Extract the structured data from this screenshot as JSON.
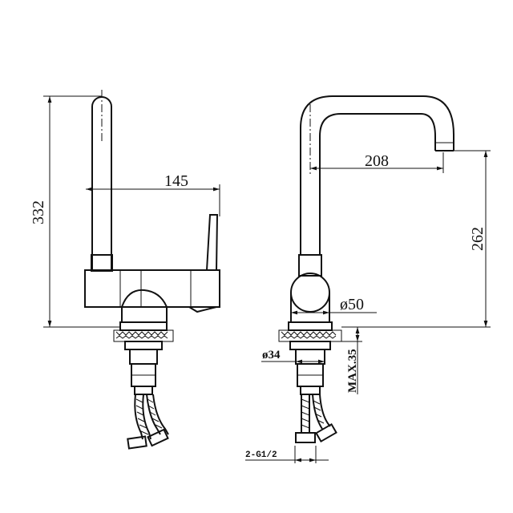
{
  "dimensions": {
    "height_total": "332",
    "lever_reach": "145",
    "spout_reach": "208",
    "spout_height": "262",
    "base_diameter": "ø50",
    "shank_diameter": "ø34",
    "max_thickness": "MAX.35",
    "connection": "2-G1/2"
  }
}
